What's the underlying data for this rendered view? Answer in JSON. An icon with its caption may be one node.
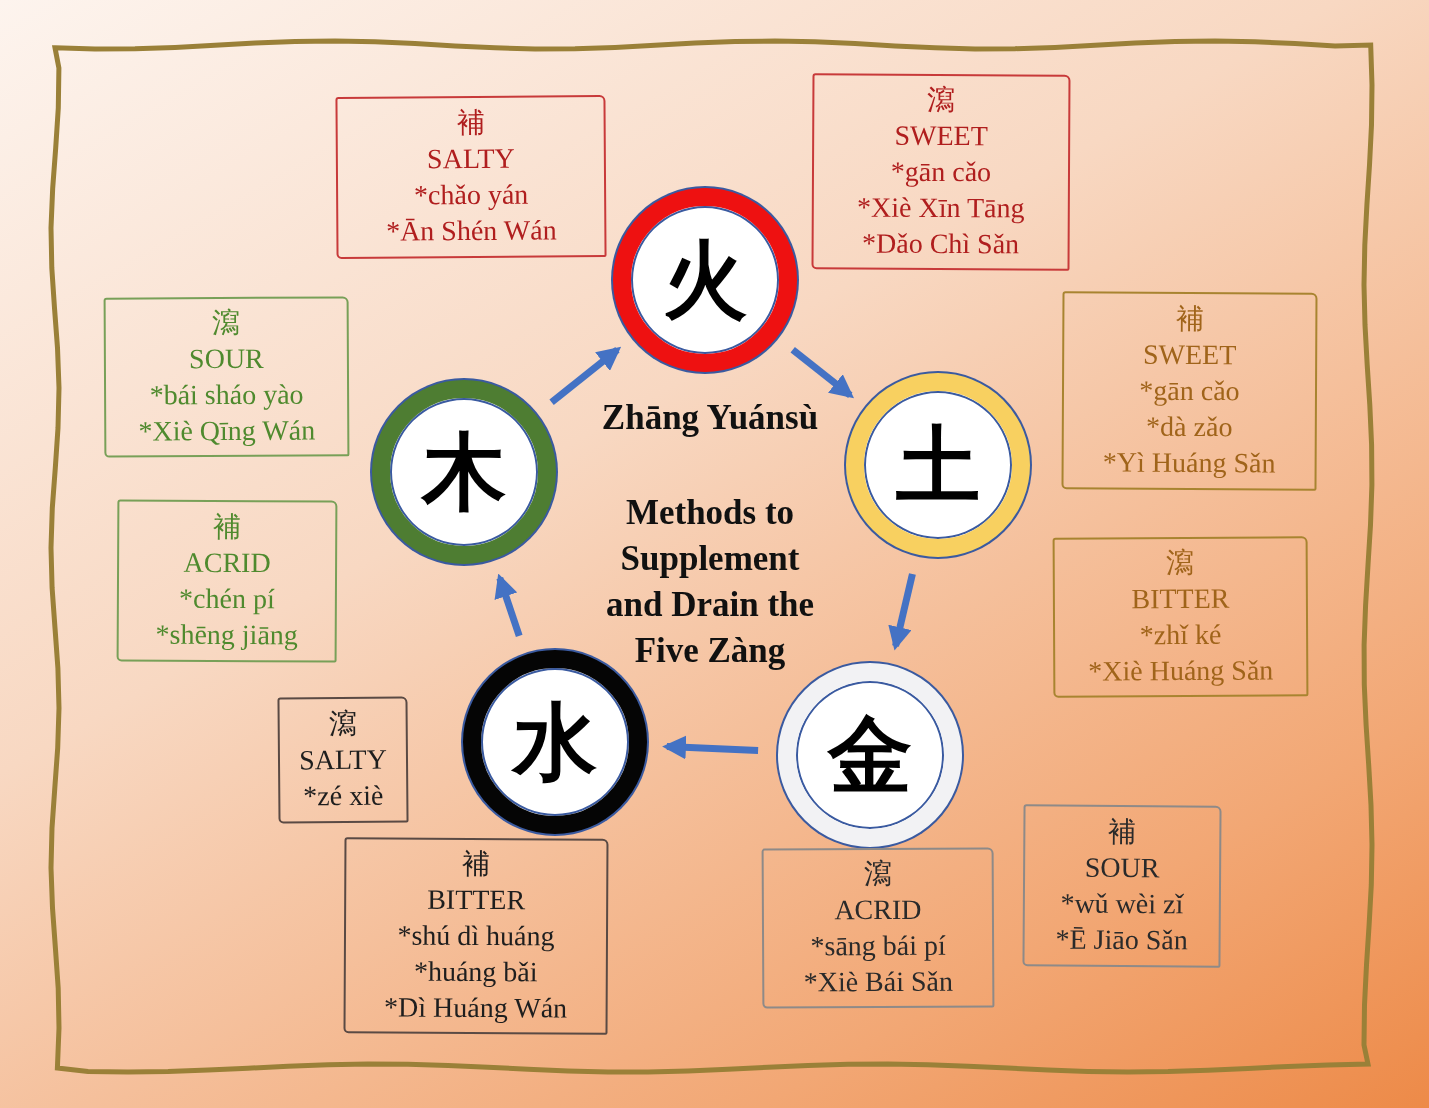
{
  "diagram": {
    "title": "Zhāng Yuánsù",
    "nodes": [
      {
        "text": [
          "火"
        ]
      },
      {
        "text": [
          "土"
        ]
      },
      {
        "text": [
          "金"
        ]
      },
      {
        "text": [
          "水"
        ]
      },
      {
        "text": [
          "木"
        ]
      },
      {
        "text": [
          "補",
          "SALTY",
          "*chǎo yán",
          "*Ān Shén Wán"
        ]
      },
      {
        "text": [
          "瀉",
          "SWEET",
          "*gān cǎo",
          "*Xiè Xīn Tāng",
          "*Dǎo Chì Sǎn"
        ]
      },
      {
        "text": [
          "補",
          "SWEET",
          "*gān cǎo",
          "*dà zǎo",
          "*Yì Huáng Sǎn"
        ]
      },
      {
        "text": [
          "瀉",
          "BITTER",
          "*zhǐ ké",
          "*Xiè Huáng Sǎn"
        ]
      },
      {
        "text": [
          "補",
          "SOUR",
          "*wǔ wèi zǐ",
          "*Ē Jiāo Sǎn"
        ]
      },
      {
        "text": [
          "瀉",
          "ACRID",
          "*sāng bái pí",
          "*Xiè Bái Sǎn"
        ]
      },
      {
        "text": [
          "補",
          "BITTER",
          "*shú dì huáng",
          "*huáng bǎi",
          "*Dì Huáng Wán"
        ]
      },
      {
        "text": [
          "瀉",
          "SALTY",
          "*zé xiè"
        ]
      },
      {
        "text": [
          "補",
          "ACRID",
          "*chén pí",
          "*shēng jiāng"
        ]
      },
      {
        "text": [
          "瀉",
          "SOUR",
          "*bái sháo yào",
          "*Xiè Qīng Wán"
        ]
      }
    ],
    "edges": [
      {
        "from": 0,
        "to": 1,
        "arrow": "to"
      },
      {
        "from": 1,
        "to": 2,
        "arrow": "to"
      },
      {
        "from": 2,
        "to": 3,
        "arrow": "to"
      },
      {
        "from": 3,
        "to": 4,
        "arrow": "to"
      },
      {
        "from": 4,
        "to": 0,
        "arrow": "to"
      }
    ],
    "labels": [
      "Methods to Supplement and Drain the Five Zàng"
    ]
  }
}
